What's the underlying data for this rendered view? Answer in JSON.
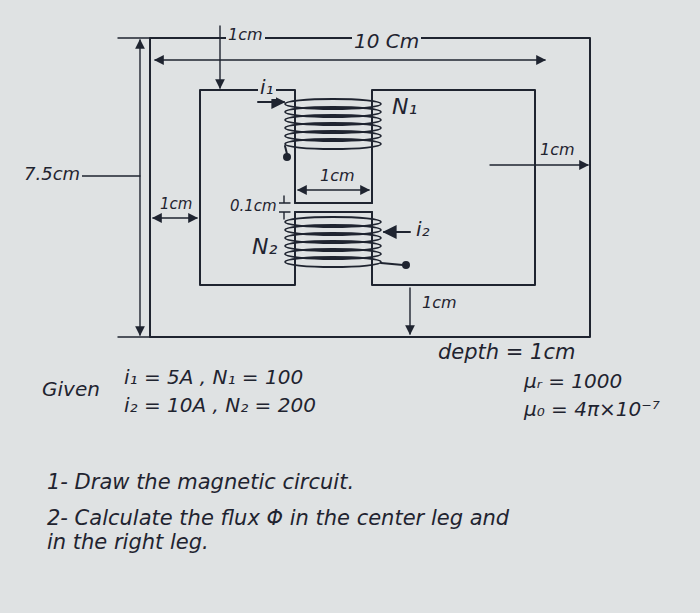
{
  "diagram": {
    "labels": [
      "1cm",
      "10 Cm",
      "i₁",
      "N₁",
      "1cm",
      "7.5cm",
      "1cm",
      "0.1cm",
      "1cm",
      "i₂",
      "N₂",
      "1cm",
      "depth = 1cm",
      "Given",
      "i₁ = 5A , N₁ = 100",
      "i₂ = 10A , N₂ = 200",
      "μᵣ = 1000",
      "μ₀ = 4π×10⁻⁷",
      "1- Draw the magnetic circuit.",
      "2- Calculate the flux Φ in the center leg and in the right leg."
    ]
  }
}
